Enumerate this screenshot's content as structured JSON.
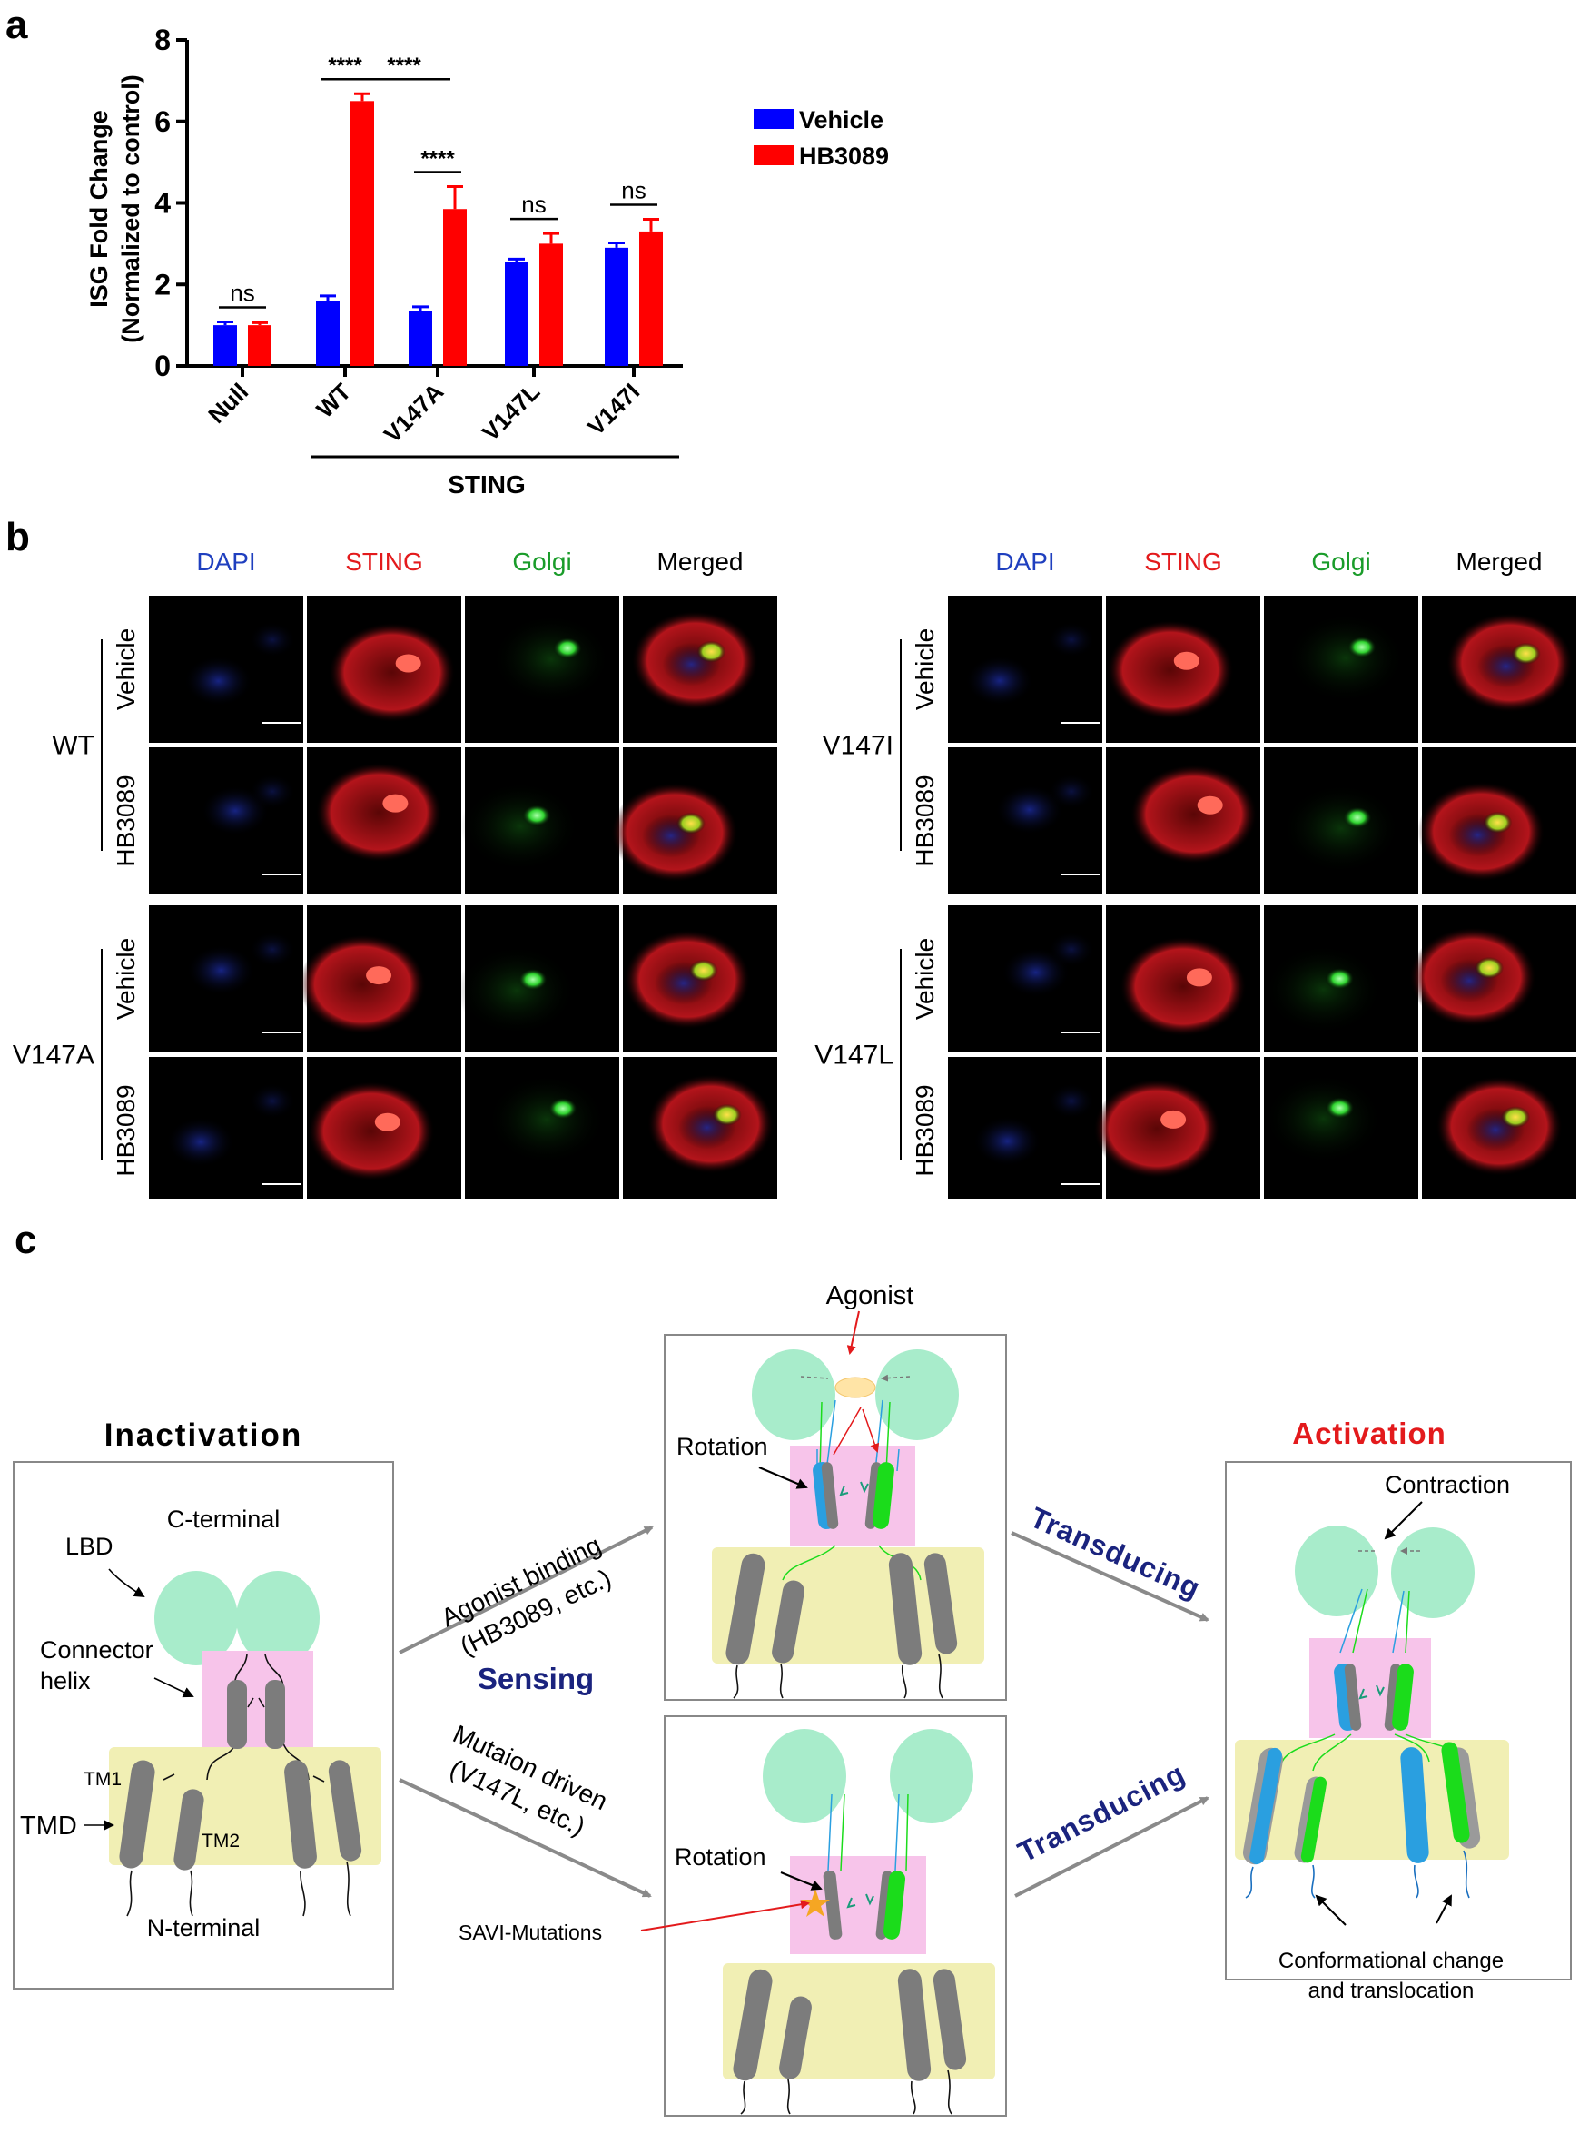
{
  "panel_a": {
    "letter": "a",
    "chart_data": {
      "type": "bar",
      "categories": [
        "Null",
        "WT",
        "V147A",
        "V147L",
        "V147I"
      ],
      "group_label": "STING",
      "group_members": [
        "WT",
        "V147A",
        "V147L",
        "V147I"
      ],
      "series": [
        {
          "name": "Vehicle",
          "color": "#0000ff",
          "values": [
            1.0,
            1.6,
            1.35,
            2.55,
            2.9
          ],
          "errors": [
            0.08,
            0.12,
            0.1,
            0.07,
            0.12
          ]
        },
        {
          "name": "HB3089",
          "color": "#ff0000",
          "values": [
            1.0,
            6.5,
            3.85,
            3.0,
            3.3
          ],
          "errors": [
            0.06,
            0.18,
            0.55,
            0.25,
            0.3
          ]
        }
      ],
      "ylabel_line1": "ISG Fold Change",
      "ylabel_line2": "(Normalized to control)",
      "yticks": [
        0,
        2,
        4,
        6,
        8
      ],
      "ylim": [
        0,
        8
      ],
      "legend_position": "top-right",
      "significance": [
        {
          "label": "ns",
          "from": 0,
          "to": 0
        },
        {
          "label": "****",
          "from": 1,
          "to": 1
        },
        {
          "label": "****",
          "from": 1,
          "to": 2
        },
        {
          "label": "****",
          "from": 2,
          "to": 2
        },
        {
          "label": "ns",
          "from": 3,
          "to": 3
        },
        {
          "label": "ns",
          "from": 4,
          "to": 4
        }
      ]
    }
  },
  "panel_b": {
    "letter": "b",
    "channels": [
      "DAPI",
      "STING",
      "Golgi",
      "Merged"
    ],
    "channel_colors": [
      "#1f3fbf",
      "#e31a1c",
      "#1a9c2a",
      "#000000"
    ],
    "left_blocks": [
      {
        "genotype": "WT",
        "rows": [
          "Vehicle",
          "HB3089"
        ]
      },
      {
        "genotype": "V147A",
        "rows": [
          "Vehicle",
          "HB3089"
        ]
      }
    ],
    "right_blocks": [
      {
        "genotype": "V147I",
        "rows": [
          "Vehicle",
          "HB3089"
        ]
      },
      {
        "genotype": "V147L",
        "rows": [
          "Vehicle",
          "HB3089"
        ]
      }
    ]
  },
  "panel_c": {
    "letter": "c",
    "inactivation_title": "Inactivation",
    "activation_title": "Activation",
    "c_terminal": "C-terminal",
    "n_terminal": "N-terminal",
    "lbd": "LBD",
    "connector_line1": "Connector",
    "connector_line2": "helix",
    "tmd": "TMD",
    "tm1": "TM1",
    "tm2": "TM2",
    "agonist": "Agonist",
    "rotation": "Rotation",
    "agonist_binding_line1": "Agonist binding",
    "agonist_binding_line2": "(HB3089, etc.)",
    "sensing": "Sensing",
    "mutation_line1": "Mutaion driven",
    "mutation_line2": "(V147L, etc.)",
    "savi": "SAVI-Mutations",
    "transducing": "Transducing",
    "contraction": "Contraction",
    "conformational_line1": "Conformational change",
    "conformational_line2": "and translocation",
    "colors": {
      "lbd": "#a8eccb",
      "connector_box": "#f7c4ea",
      "membrane": "#f1efb4",
      "helix_grey": "#7c7c7c",
      "helix_blue": "#2a9fe0",
      "helix_green": "#1bdc1b",
      "title_red": "#e31a1c",
      "title_navy": "#1a237e"
    }
  }
}
